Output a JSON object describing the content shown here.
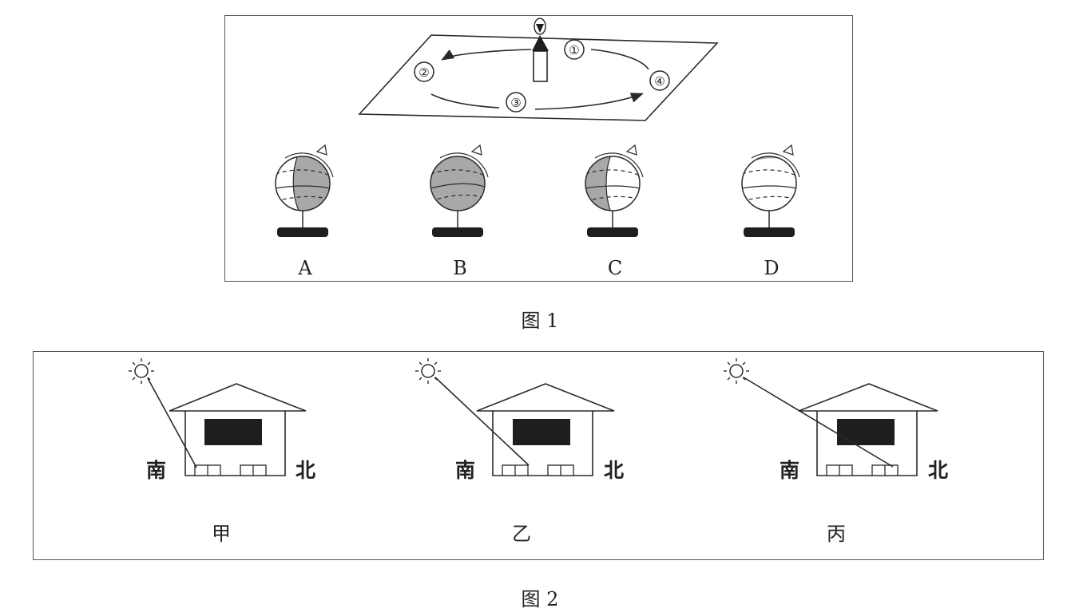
{
  "figure1": {
    "caption": "图 1",
    "positions": [
      "①",
      "②",
      "③",
      "④"
    ],
    "globes": [
      {
        "label": "A"
      },
      {
        "label": "B"
      },
      {
        "label": "C"
      },
      {
        "label": "D"
      }
    ]
  },
  "figure2": {
    "caption": "图 2",
    "houses": [
      {
        "label": "甲",
        "south": "南",
        "north": "北"
      },
      {
        "label": "乙",
        "south": "南",
        "north": "北"
      },
      {
        "label": "丙",
        "south": "南",
        "north": "北"
      }
    ]
  },
  "colors": {
    "line": "#2a2a2a",
    "shade": "#a8a8a8",
    "dark": "#1e1e1e"
  }
}
